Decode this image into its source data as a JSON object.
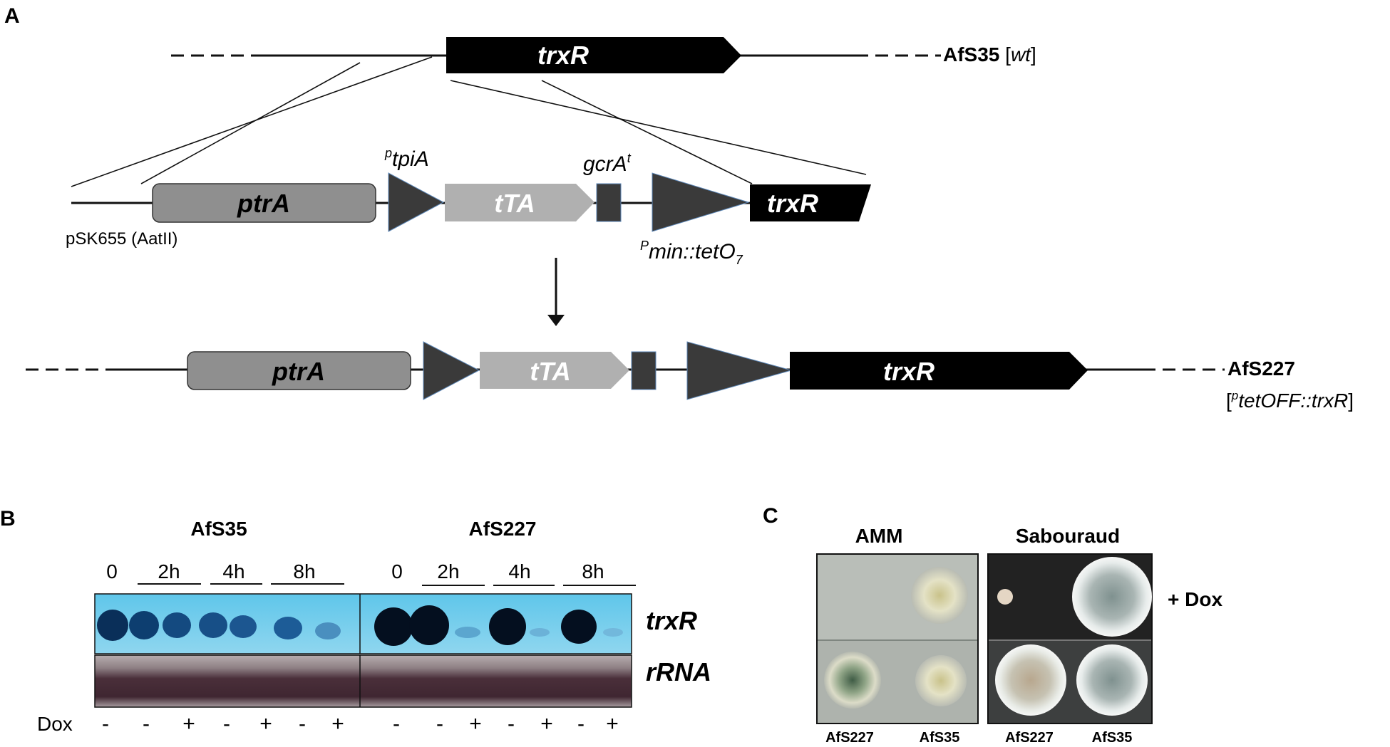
{
  "figure": {
    "panel_a": {
      "label": "A",
      "wt_strain": "AfS35",
      "wt_tag": "wt",
      "wt_gene": "trxR",
      "construct": {
        "plasmid": "pSK655 (AatII)",
        "ptrA": "ptrA",
        "tpiA_sup": "p",
        "tpiA": "tpiA",
        "tTA": "tTA",
        "gcrA": "gcrA",
        "gcrA_sup": "t",
        "pmin_sup": "P",
        "pmin": "min::tetO",
        "pmin_sub": "7",
        "trxR": "trxR"
      },
      "result": {
        "ptrA": "ptrA",
        "tTA": "tTA",
        "trxR": "trxR",
        "strain": "AfS227",
        "genotype_sup": "p",
        "genotype": "tetOFF::trxR"
      }
    },
    "panel_b": {
      "label": "B",
      "strain1": "AfS35",
      "strain2": "AfS227",
      "timepoints": [
        "0",
        "2h",
        "4h",
        "8h"
      ],
      "row_labels": [
        "trxR",
        "rRNA"
      ],
      "dox_label": "Dox",
      "dox_signs": [
        "-",
        "-",
        "+",
        "-",
        "+",
        "-",
        "+"
      ]
    },
    "panel_c": {
      "label": "C",
      "medium1": "AMM",
      "medium2": "Sabouraud",
      "dox_label": "+ Dox",
      "strains": [
        "AfS227",
        "AfS35",
        "AfS227",
        "AfS35"
      ]
    }
  }
}
